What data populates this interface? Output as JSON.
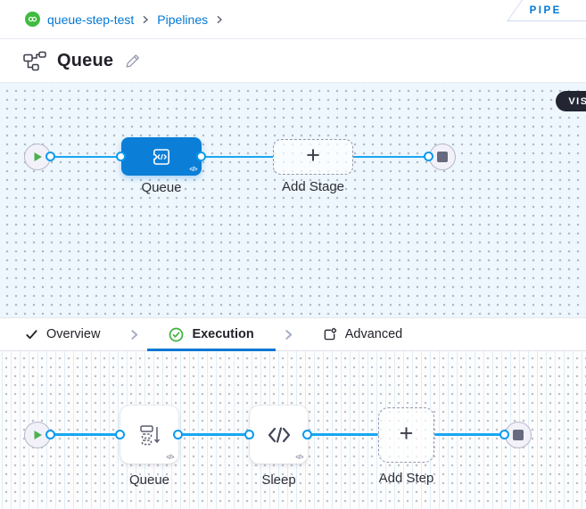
{
  "breadcrumb": {
    "items": [
      {
        "label": "queue-step-test"
      },
      {
        "label": "Pipelines"
      }
    ]
  },
  "corner_badge": {
    "label": "PIPE"
  },
  "view_toggle": {
    "label": "VISU"
  },
  "title_bar": {
    "title": "Queue"
  },
  "glyphs": {
    "plus": "+",
    "code_badge": "</>"
  },
  "stage_canvas": {
    "stage_label": "Queue",
    "add_stage_label": "Add Stage"
  },
  "tab_bar": {
    "tabs": [
      {
        "label": "Overview",
        "status": "complete"
      },
      {
        "label": "Execution",
        "status": "active"
      },
      {
        "label": "Advanced",
        "status": "none"
      }
    ]
  },
  "step_canvas": {
    "step_labels": [
      "Queue",
      "Sleep"
    ],
    "add_step_label": "Add Step"
  },
  "colors": {
    "accent_blue": "#0278d5",
    "connector_line": "#19a5f1",
    "connector_ring": "#0b9bf0",
    "stage_blue": "#0b7fd8",
    "success_green": "#3eb23e",
    "canvas_top_bg": "#eef7fd",
    "canvas_bottom_bg": "#fdfdfe",
    "dark_pill_bg": "#232533",
    "node_fill": "#f2f1fa",
    "node_border": "#b7b8ca"
  }
}
